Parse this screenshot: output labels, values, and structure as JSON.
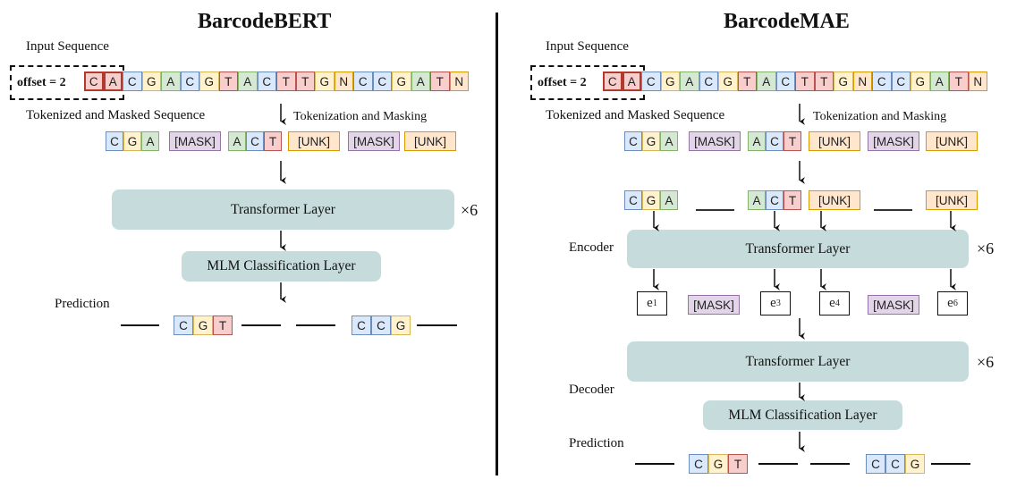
{
  "left": {
    "title": "BarcodeBERT",
    "input_label": "Input Sequence",
    "offset_label": "offset = 2",
    "offset_tokens": [
      "C",
      "A"
    ],
    "sequence": [
      "C",
      "G",
      "A",
      "C",
      "G",
      "T",
      "A",
      "C",
      "T",
      "T",
      "G",
      "N",
      "C",
      "C",
      "G",
      "A",
      "T",
      "N"
    ],
    "tokenized_label": "Tokenized and Masked Sequence",
    "step_label": "Tokenization and Masking",
    "tokenized": [
      {
        "kind": "kmer",
        "letters": [
          "C",
          "G",
          "A"
        ]
      },
      {
        "kind": "MASK",
        "text": "[MASK]"
      },
      {
        "kind": "kmer",
        "letters": [
          "A",
          "C",
          "T"
        ]
      },
      {
        "kind": "UNK",
        "text": "[UNK]"
      },
      {
        "kind": "MASK",
        "text": "[MASK]"
      },
      {
        "kind": "UNK",
        "text": "[UNK]"
      }
    ],
    "transformer_label": "Transformer Layer",
    "repeat": "×6",
    "classifier_label": "MLM Classification Layer",
    "prediction_label": "Prediction",
    "prediction": [
      [
        "C",
        "G",
        "T"
      ],
      [
        "C",
        "C",
        "G"
      ]
    ]
  },
  "right": {
    "title": "BarcodeMAE",
    "input_label": "Input Sequence",
    "offset_label": "offset = 2",
    "offset_tokens": [
      "C",
      "A"
    ],
    "sequence": [
      "C",
      "G",
      "A",
      "C",
      "G",
      "T",
      "A",
      "C",
      "T",
      "T",
      "G",
      "N",
      "C",
      "C",
      "G",
      "A",
      "T",
      "N"
    ],
    "tokenized_label": "Tokenized and Masked Sequence",
    "step_label": "Tokenization and Masking",
    "tokenized": [
      {
        "kind": "kmer",
        "letters": [
          "C",
          "G",
          "A"
        ]
      },
      {
        "kind": "MASK",
        "text": "[MASK]"
      },
      {
        "kind": "kmer",
        "letters": [
          "A",
          "C",
          "T"
        ]
      },
      {
        "kind": "UNK",
        "text": "[UNK]"
      },
      {
        "kind": "MASK",
        "text": "[MASK]"
      },
      {
        "kind": "UNK",
        "text": "[UNK]"
      }
    ],
    "encoder_label": "Encoder",
    "encoder_transformer_label": "Transformer Layer",
    "encoder_repeat": "×6",
    "embeddings": [
      {
        "kind": "emb",
        "base": "e",
        "sub": "1"
      },
      {
        "kind": "MASK",
        "text": "[MASK]"
      },
      {
        "kind": "emb",
        "base": "e",
        "sub": "3"
      },
      {
        "kind": "emb",
        "base": "e",
        "sub": "4"
      },
      {
        "kind": "MASK",
        "text": "[MASK]"
      },
      {
        "kind": "emb",
        "base": "e",
        "sub": "6"
      }
    ],
    "decoder_label": "Decoder",
    "decoder_transformer_label": "Transformer Layer",
    "decoder_repeat": "×6",
    "classifier_label": "MLM Classification Layer",
    "prediction_label": "Prediction",
    "prediction": [
      [
        "C",
        "G",
        "T"
      ],
      [
        "C",
        "C",
        "G"
      ]
    ]
  }
}
